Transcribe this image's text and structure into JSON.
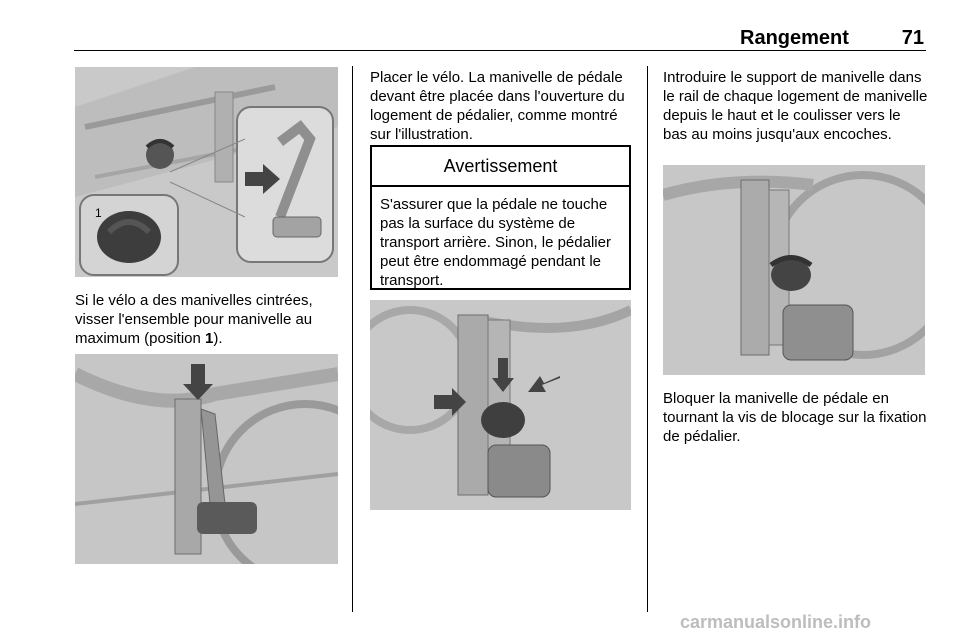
{
  "header": {
    "title": "Rangement",
    "page_number": "71"
  },
  "col1": {
    "para_text": "Si le vélo a des manivelles cintrées, visser l'ensemble pour manivelle au maximum (position ",
    "para_bold": "1",
    "para_end": ")."
  },
  "col2": {
    "para": "Placer le vélo. La manivelle de pédale devant être placée dans l'ouverture du logement de pédalier, comme montré sur l'illustration.",
    "warning": {
      "title": "Avertissement",
      "body": "S'assurer que la pédale ne touche pas la surface du système de transport arrière. Sinon, le péda­lier peut être endommagé pendant le transport."
    }
  },
  "col3": {
    "para1": "Introduire le support de manivelle dans le rail de chaque logement de manivelle depuis le haut et le coulis­ser vers le bas au moins jusqu'aux encoches.",
    "para2": "Bloquer la manivelle de pédale en tournant la vis de blocage sur la fixation de pédalier."
  },
  "figure_labels": {
    "position_marker": "1"
  },
  "watermark": "carmanualsonline.info"
}
